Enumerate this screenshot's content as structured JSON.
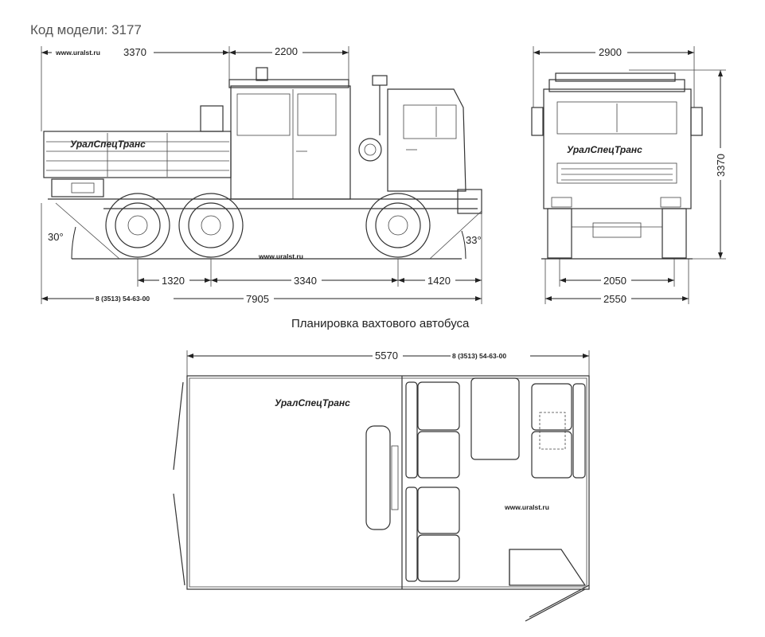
{
  "header": {
    "model_code": "Код модели: 3177"
  },
  "side_view": {
    "dims": {
      "rear_overhang": "3370",
      "cab_length": "2200",
      "wheelbase_rear": "1320",
      "wheelbase_front": "3340",
      "front_overhang": "1420",
      "total_length": "7905"
    },
    "angles": {
      "departure": "30°",
      "approach": "33°"
    },
    "site": "www.uralst.ru",
    "site_top": "www.uralst.ru",
    "phone": "8 (3513) 54-63-00",
    "brand": "УралСпецТранс"
  },
  "front_view": {
    "dims": {
      "body_width": "2900",
      "height": "3370",
      "track": "2050",
      "overall_width": "2550"
    },
    "brand": "УралСпецТранс"
  },
  "plan": {
    "title": "Планировка вахтового автобуса",
    "length": "5570",
    "phone": "8 (3513) 54-63-00",
    "site": "www.uralst.ru",
    "brand": "УралСпецТранс"
  }
}
